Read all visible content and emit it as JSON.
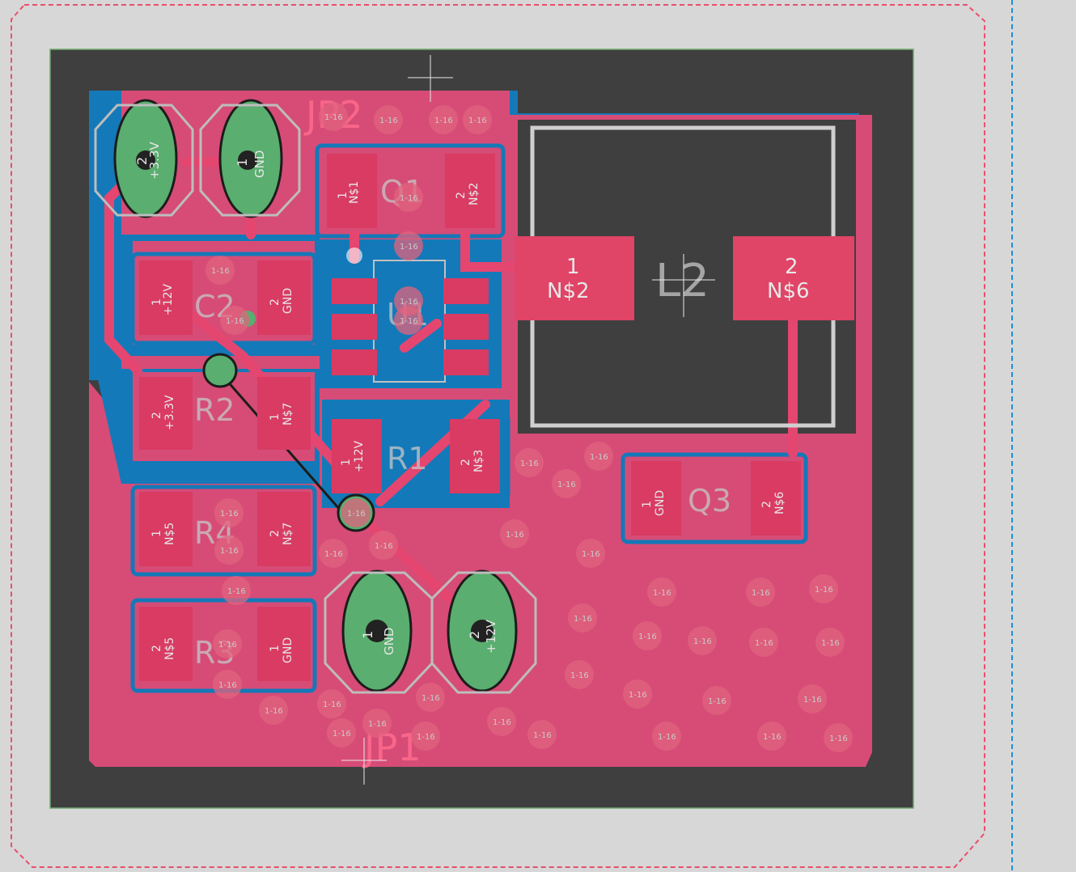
{
  "app": {
    "title": "EAGLE Board Editor"
  },
  "colors": {
    "canvas": "#d7d7d7",
    "board_dark": "#3f3f3f",
    "top_copper": "#d64c77",
    "bottom_copper": "#1479b8",
    "pad_green": "#5aae6f",
    "silk_white": "#d8d8d8",
    "outline_pink": "#e8506e",
    "outline_blue": "#1e8fd0"
  },
  "components": {
    "jp2": {
      "name": "JP2",
      "pad1_signal": "+3.3V",
      "pad1_num": "2",
      "pad2_signal": "GND",
      "pad2_num": "1"
    },
    "jp1": {
      "name": "JP1",
      "pad1_signal": "GND",
      "pad1_num": "1",
      "pad2_signal": "+12V",
      "pad2_num": "2"
    },
    "q1": {
      "name": "Q1",
      "pad1_num": "1",
      "pad1_signal": "N$1",
      "pad2_num": "2",
      "pad2_signal": "N$2"
    },
    "c2": {
      "name": "C2",
      "pad1_num": "1",
      "pad1_signal": "+12V",
      "pad2_num": "2",
      "pad2_signal": "GND"
    },
    "r2": {
      "name": "R2",
      "pad1_num": "2",
      "pad1_signal": "+3.3V",
      "pad2_num": "1",
      "pad2_signal": "N$7"
    },
    "r1": {
      "name": "R1",
      "pad1_num": "1",
      "pad1_signal": "+12V",
      "pad2_num": "2",
      "pad2_signal": "N$3"
    },
    "r4": {
      "name": "R4",
      "pad1_num": "1",
      "pad1_signal": "N$5",
      "pad2_num": "2",
      "pad2_signal": "N$7"
    },
    "r3": {
      "name": "R3",
      "pad1_num": "2",
      "pad1_signal": "N$5",
      "pad2_num": "1",
      "pad2_signal": "GND"
    },
    "q3": {
      "name": "Q3",
      "pad1_num": "1",
      "pad1_signal": "GND",
      "pad2_num": "2",
      "pad2_signal": "N$6"
    },
    "u1": {
      "name": "U1"
    },
    "l2": {
      "name": "L2",
      "pad1_num": "1",
      "pad1_signal": "N$2",
      "pad2_num": "2",
      "pad2_signal": "N$6"
    }
  },
  "via_label": "1-16"
}
